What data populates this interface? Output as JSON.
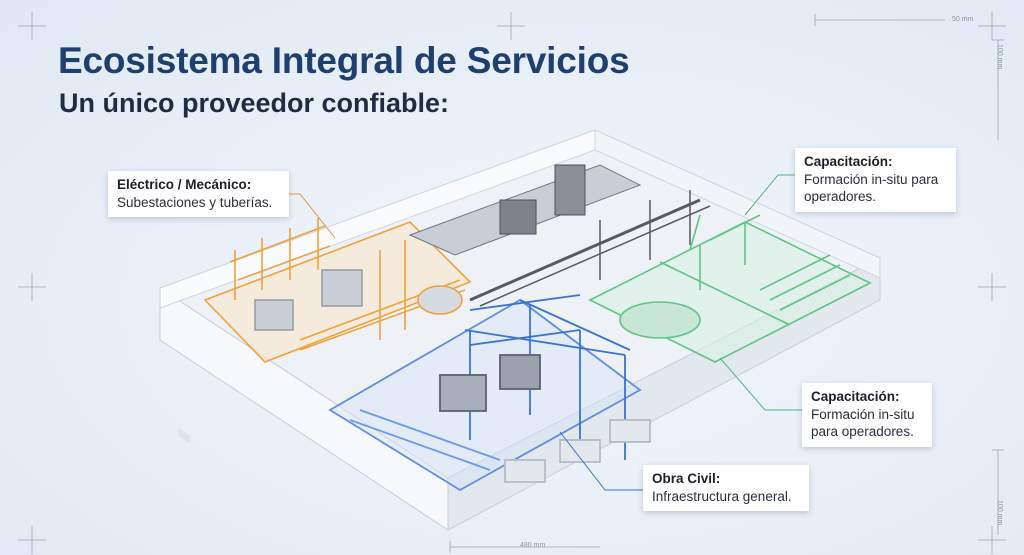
{
  "header": {
    "title": "Ecosistema Integral de Servicios",
    "subtitle": "Un único proveedor confiable:"
  },
  "callouts": {
    "electrical": {
      "head": "Eléctrico / Mecánico:",
      "body": "Subestaciones y tuberías."
    },
    "training_top": {
      "head": "Capacitación:",
      "body": "Formación in-situ para operadores."
    },
    "training_mid": {
      "head": "Capacitación:",
      "body": "Formación in-situ para operadores."
    },
    "civil": {
      "head": "Obra Civil:",
      "body": "Infraestructura general."
    }
  },
  "dimensions": {
    "top_right": "50 mm",
    "right_upper": "100 mm",
    "right_lower": "100 mm",
    "bottom": "480 mm"
  },
  "colors": {
    "electrical": "#f0a23c",
    "civil": "#3b73d1",
    "training": "#5fc486",
    "leader_orange": "#e8913a",
    "leader_green": "#55b57a",
    "leader_blue": "#3d6fc4",
    "title": "#1f3f6e"
  }
}
